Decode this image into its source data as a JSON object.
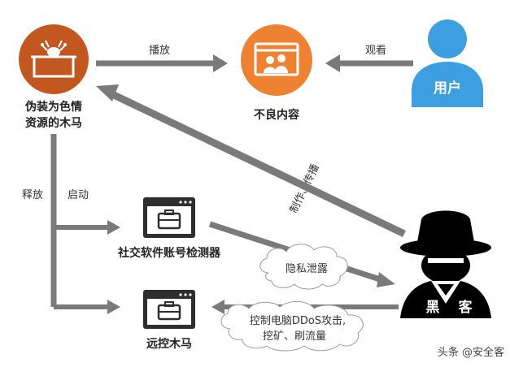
{
  "colors": {
    "arrow": "#7a7a7a",
    "trojan": "#c2581f",
    "content": "#ee8232",
    "user": "#3d9fe0",
    "hacker": "#000000",
    "toolbox": "#2e2e2e",
    "cloud": "#ffffff"
  },
  "nodes": {
    "trojan": {
      "line1": "伪装为色情",
      "line2": "资源的木马",
      "icon": "trojan-box-icon"
    },
    "bad_content": {
      "label": "不良内容",
      "icon": "video-users-icon"
    },
    "user": {
      "label": "用户",
      "icon": "user-icon"
    },
    "social_detector": {
      "label": "社交软件账号检测器",
      "icon": "toolbox-window-icon"
    },
    "remote_trojan": {
      "label": "远控木马",
      "icon": "toolbox-window-icon"
    },
    "hacker": {
      "char1": "黑",
      "char2": "客",
      "icon": "hacker-icon"
    }
  },
  "edges": {
    "play": "播放",
    "watch": "观看",
    "make_spread": "制作、传播",
    "release": "释放",
    "launch": "启动",
    "privacy_leak": "隐私泄露",
    "control_line1": "控制电脑DDoS攻击,",
    "control_line2": "挖矿、刷流量"
  },
  "watermark": "头条 @安全客"
}
